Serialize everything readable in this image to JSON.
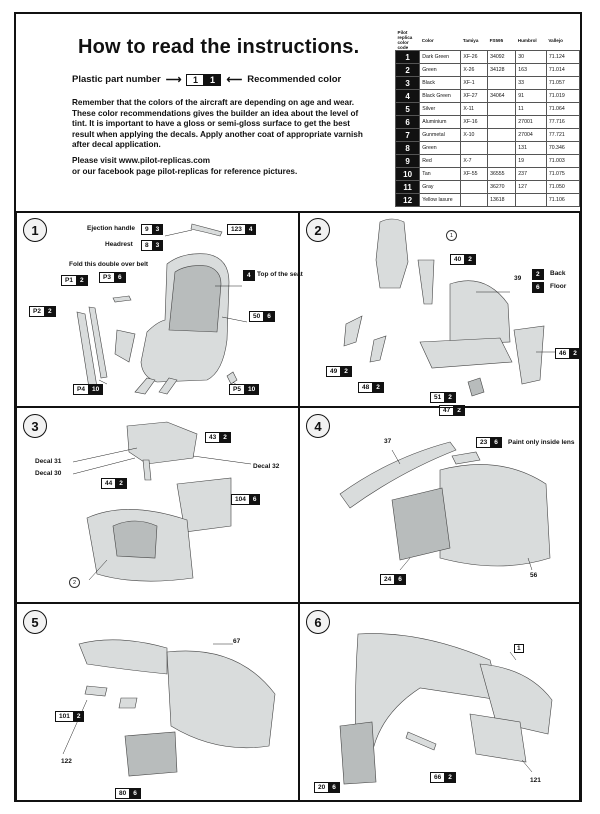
{
  "header": {
    "title": "How to read the instructions.",
    "plastic_label": "Plastic part number",
    "example_part": "1",
    "example_color": "1",
    "color_label": "Recommended color",
    "paragraph": "Remember that the colors of the aircraft are depending on age and wear. These color recommendations gives the builder an idea about the level of tint. It is important to have a gloss or semi-gloss surface to get the best result when applying the decals. Apply another coat of appropriate varnish after decal application.",
    "visit_line1": "Please visit www.pilot-replicas.com",
    "visit_line2": "or our facebook page pilot-replicas for reference pictures."
  },
  "color_table": {
    "headers": [
      "Pilot replica color code",
      "Color",
      "Tamiya",
      "FS595",
      "Humbrol",
      "Vallejo"
    ],
    "rows": [
      [
        "1",
        "Dark Green",
        "XF-26",
        "34092",
        "30",
        "71.124"
      ],
      [
        "2",
        "Green",
        "X-26",
        "34128",
        "163",
        "71.014"
      ],
      [
        "3",
        "Black",
        "XF-1",
        "",
        "33",
        "71.057"
      ],
      [
        "4",
        "Black Green",
        "XF-27",
        "34064",
        "91",
        "71.019"
      ],
      [
        "5",
        "Silver",
        "X-11",
        "",
        "11",
        "71.064"
      ],
      [
        "6",
        "Aluminium",
        "XF-16",
        "",
        "27001",
        "77.716"
      ],
      [
        "7",
        "Gunmetal",
        "X-10",
        "",
        "27004",
        "77.721"
      ],
      [
        "8",
        "Green",
        "",
        "",
        "131",
        "70.346"
      ],
      [
        "9",
        "Red",
        "X-7",
        "",
        "19",
        "71.003"
      ],
      [
        "10",
        "Tan",
        "XF-55",
        "36555",
        "237",
        "71.075"
      ],
      [
        "11",
        "Gray",
        "",
        "36270",
        "127",
        "71.050"
      ],
      [
        "12",
        "Yellow lasure",
        "",
        "13618",
        "",
        "71.106"
      ]
    ]
  },
  "steps": {
    "s1": {
      "number": "1",
      "ejection_handle": "Ejection handle",
      "ejection_part": "9",
      "ejection_color": "3",
      "p123_part": "123",
      "p123_color": "4",
      "headrest": "Headrest",
      "headrest_part": "8",
      "headrest_color": "3",
      "fold": "Fold this double over belt",
      "top_seat": "Top of the seat",
      "top_color": "4",
      "p1_part": "P1",
      "p1_color": "2",
      "p3_part": "P3",
      "p3_color": "6",
      "p2_part": "P2",
      "p2_color": "2",
      "p50_part": "50",
      "p50_color": "6",
      "p4_part": "P4",
      "p4_color": "10",
      "p5_part": "P5",
      "p5_color": "10"
    },
    "s2": {
      "number": "2",
      "ref": "1",
      "p40_part": "40",
      "p40_color": "2",
      "p39": "39",
      "back_color": "2",
      "back": "Back",
      "floor_color": "6",
      "floor": "Floor",
      "p46_part": "46",
      "p46_color": "2",
      "p49_part": "49",
      "p49_color": "2",
      "p48_part": "48",
      "p48_color": "2",
      "p51_part": "51",
      "p51_color": "2",
      "p47_part": "47",
      "p47_color": "2"
    },
    "s3": {
      "number": "3",
      "p43_part": "43",
      "p43_color": "2",
      "decal31": "Decal 31",
      "decal30": "Decal 30",
      "decal32": "Decal 32",
      "p44_part": "44",
      "p44_color": "2",
      "p104_part": "104",
      "p104_color": "6",
      "ref": "2"
    },
    "s4": {
      "number": "4",
      "p37": "37",
      "p23_part": "23",
      "p23_color": "6",
      "lens_note": "Paint only inside lens",
      "p24_part": "24",
      "p24_color": "6",
      "p56": "56"
    },
    "s5": {
      "number": "5",
      "p67": "67",
      "p101_part": "101",
      "p101_color": "2",
      "p122": "122",
      "p80_part": "80",
      "p80_color": "6"
    },
    "s6": {
      "number": "6",
      "p1": "1",
      "p20_part": "20",
      "p20_color": "6",
      "p66_part": "66",
      "p66_color": "2",
      "p121": "121"
    }
  }
}
